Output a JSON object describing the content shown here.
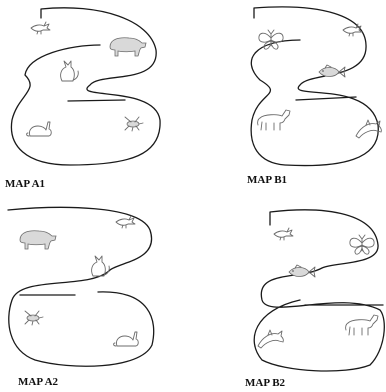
{
  "maps": [
    {
      "id": "a1",
      "label": "MAP A1"
    },
    {
      "id": "b1",
      "label": "MAP B1"
    },
    {
      "id": "a2",
      "label": "MAP A2"
    },
    {
      "id": "b2",
      "label": "MAP B2"
    }
  ],
  "icons": {
    "a1": [
      "bird-icon",
      "bear-icon",
      "fox-icon",
      "rabbit-icon",
      "fly-icon"
    ],
    "b1": [
      "butterfly-icon",
      "bird-icon",
      "fish-icon",
      "horse-icon",
      "dolphin-icon"
    ],
    "a2": [
      "bear-icon",
      "bird-icon",
      "fox-icon",
      "fly-icon",
      "rabbit-icon"
    ],
    "b2": [
      "bird-icon",
      "butterfly-icon",
      "fish-icon",
      "dolphin-icon",
      "horse-icon"
    ]
  }
}
